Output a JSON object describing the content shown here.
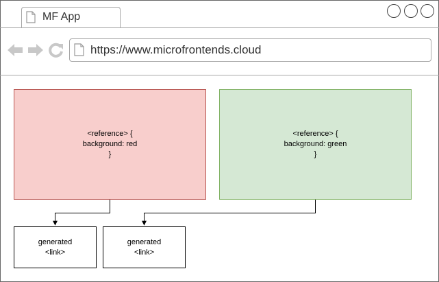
{
  "browser": {
    "tab_title": "MF App",
    "url": "https://www.microfrontends.cloud",
    "icons": [
      "document-icon",
      "back-arrow-icon",
      "forward-arrow-icon",
      "reload-icon"
    ],
    "window_button_count": 3
  },
  "diagram": {
    "reference_boxes": [
      {
        "lines": [
          "<reference> {",
          "background: red",
          "}"
        ],
        "fill": "#f8cecc",
        "stroke": "#b85450"
      },
      {
        "lines": [
          "<reference> {",
          "background: green",
          "}"
        ],
        "fill": "#d5e8d4",
        "stroke": "#82b366"
      }
    ],
    "generated_boxes": [
      {
        "lines": [
          "generated",
          "<link>"
        ]
      },
      {
        "lines": [
          "generated",
          "<link>"
        ]
      }
    ],
    "edges": [
      {
        "from": "reference-box-red",
        "to": "generated-box-1"
      },
      {
        "from": "reference-box-green",
        "to": "generated-box-2"
      }
    ]
  }
}
